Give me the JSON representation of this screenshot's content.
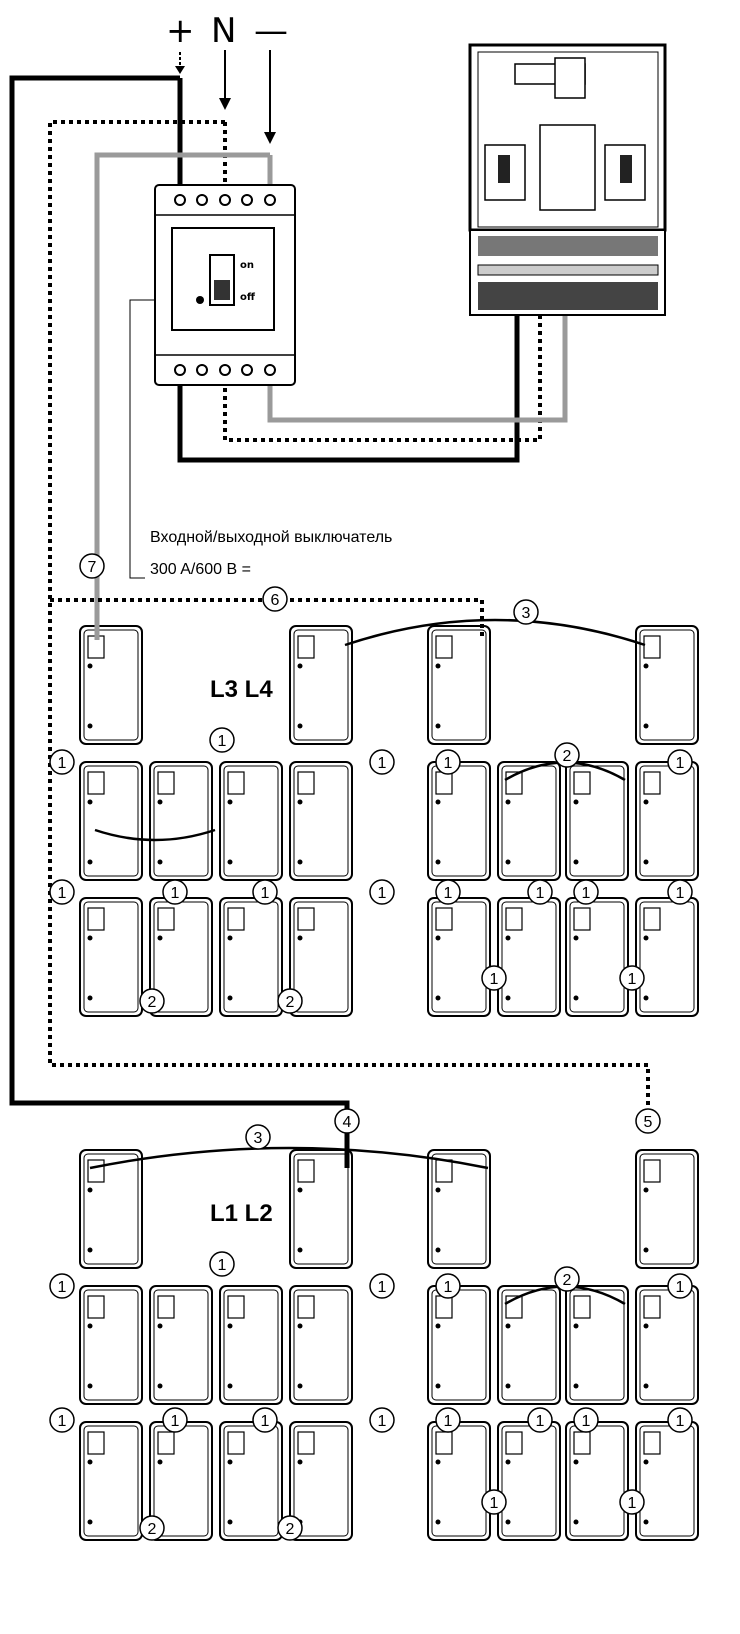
{
  "terminals": {
    "plus": "+",
    "neutral": "N",
    "minus": "—"
  },
  "breaker": {
    "on_label": "on",
    "off_label": "off",
    "caption_line1": "Входной/выходной выключатель",
    "caption_line2": "300 A/600 B ="
  },
  "groups": {
    "upper": "L3 L4",
    "lower": "L1 L2"
  },
  "callouts": {
    "c1": "1",
    "c2": "2",
    "c3": "3",
    "c4": "4",
    "c5": "5",
    "c6": "6",
    "c7": "7"
  },
  "colors": {
    "line": "#000000",
    "gray_wire": "#9a9a9a",
    "background": "#ffffff"
  }
}
